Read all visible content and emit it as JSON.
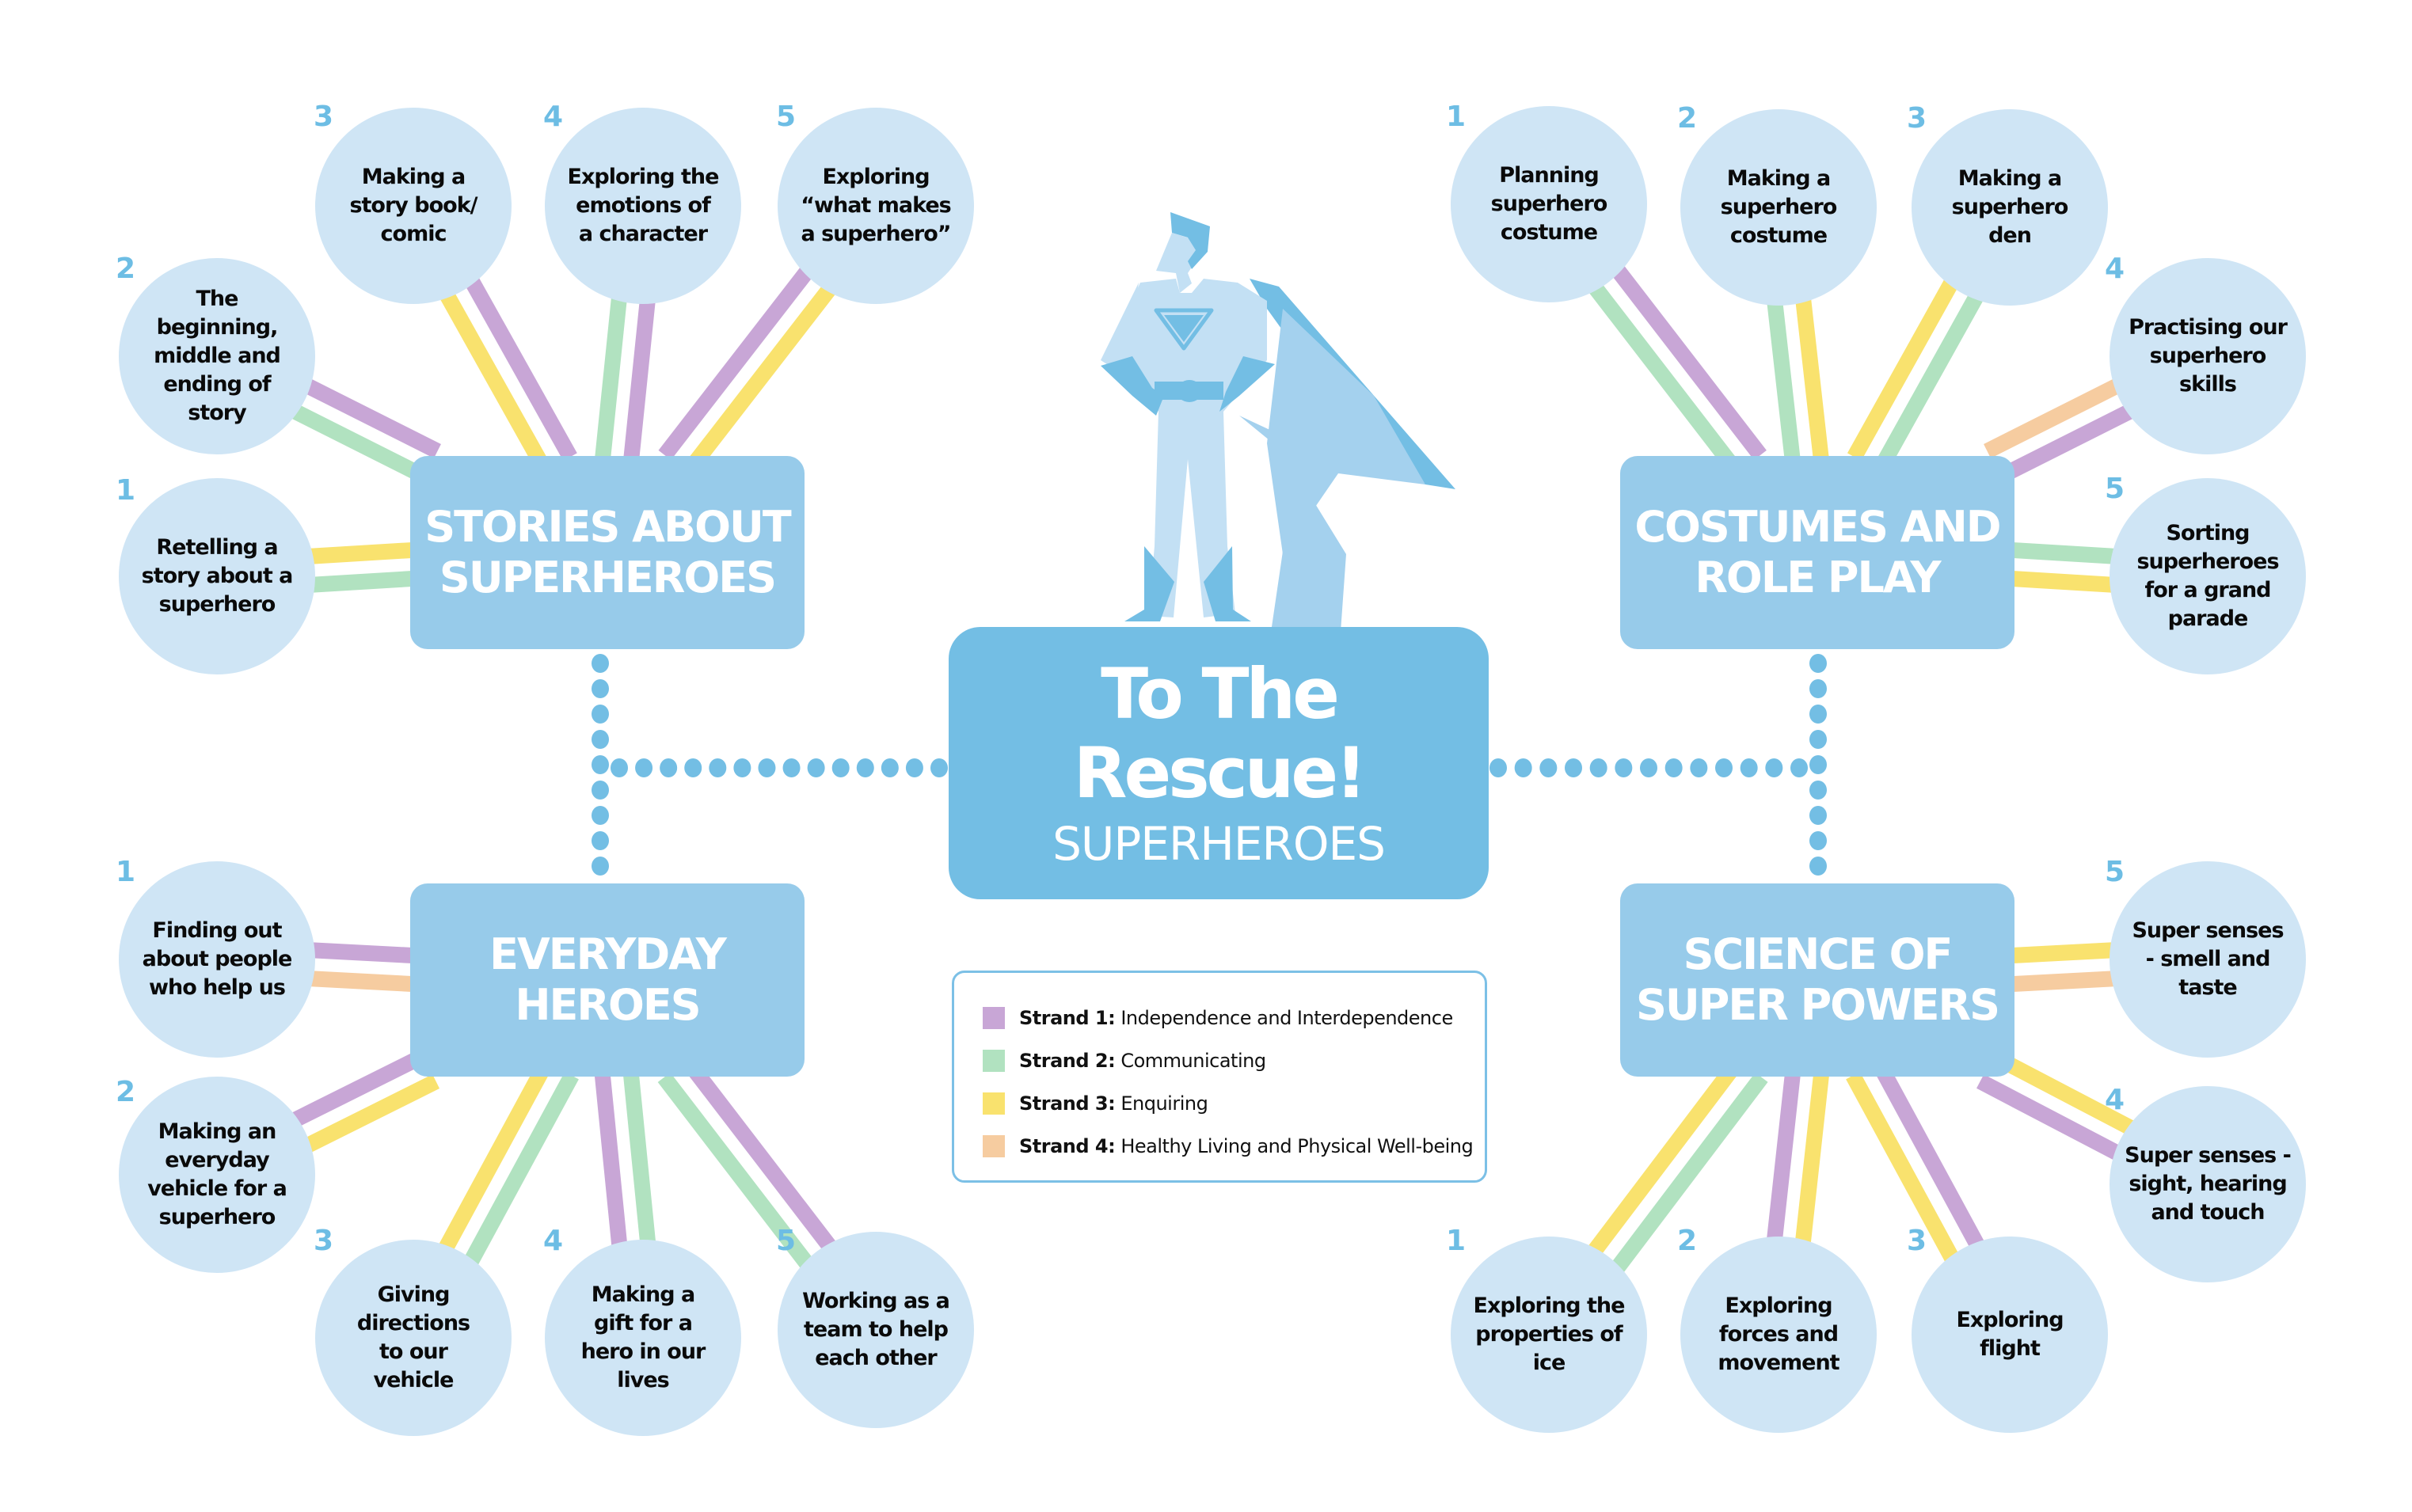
{
  "title": "To The Rescue!",
  "subtitle": "SUPERHEROES",
  "colors": {
    "topic_box": "#97cbea",
    "center_box": "#73bee4",
    "circle": "#cfe5f5",
    "number": "#6dbde4",
    "connector_dots": "#73bee4",
    "hero_light": "#c3e0f4",
    "hero_mid": "#a4d1ee",
    "hero_dark": "#73bee4"
  },
  "legend": {
    "items": [
      {
        "strand": 1,
        "label": "Strand 1:",
        "text": "Independence and Interdependence",
        "color": "#c8a6d6"
      },
      {
        "strand": 2,
        "label": "Strand 2:",
        "text": "Communicating",
        "color": "#b1e2c0"
      },
      {
        "strand": 3,
        "label": "Strand 3:",
        "text": "Enquiring",
        "color": "#f9e26e"
      },
      {
        "strand": 4,
        "label": "Strand 4:",
        "text": "Healthy Living and Physical Well-being",
        "color": "#f6cca0"
      }
    ]
  },
  "topics": [
    {
      "id": "stories",
      "title": "STORIES ABOUT\nSUPERHEROES",
      "activities": [
        {
          "number": "1",
          "text": "Retelling a\nstory about a\nsuperhero",
          "strands": [
            2,
            3
          ]
        },
        {
          "number": "2",
          "text": "The\nbeginning,\nmiddle and\nending of\nstory",
          "strands": [
            2,
            1
          ]
        },
        {
          "number": "3",
          "text": "Making a\nstory book/\ncomic",
          "strands": [
            3,
            1
          ]
        },
        {
          "number": "4",
          "text": "Exploring the\nemotions of\na character",
          "strands": [
            2,
            1
          ]
        },
        {
          "number": "5",
          "text": "Exploring\n“what makes\na superhero”",
          "strands": [
            1,
            3
          ]
        }
      ]
    },
    {
      "id": "costumes",
      "title": "COSTUMES AND\nROLE PLAY",
      "activities": [
        {
          "number": "1",
          "text": "Planning\nsuperhero\ncostume",
          "strands": [
            2,
            1
          ]
        },
        {
          "number": "2",
          "text": "Making a\nsuperhero\ncostume",
          "strands": [
            2,
            3
          ]
        },
        {
          "number": "3",
          "text": "Making a\nsuperhero\nden",
          "strands": [
            3,
            2
          ]
        },
        {
          "number": "4",
          "text": "Practising our\nsuperhero\nskills",
          "strands": [
            4,
            1
          ]
        },
        {
          "number": "5",
          "text": "Sorting\nsuperheroes\nfor a grand\nparade",
          "strands": [
            2,
            3
          ]
        }
      ]
    },
    {
      "id": "everyday",
      "title": "EVERYDAY\nHEROES",
      "activities": [
        {
          "number": "1",
          "text": "Finding out\nabout people\nwho help us",
          "strands": [
            4,
            1
          ]
        },
        {
          "number": "2",
          "text": "Making an\neveryday\nvehicle for a\nsuperhero",
          "strands": [
            3,
            1
          ]
        },
        {
          "number": "3",
          "text": "Giving\ndirections\nto our\nvehicle",
          "strands": [
            2,
            3
          ]
        },
        {
          "number": "4",
          "text": "Making a\ngift for a\nhero in our\nlives",
          "strands": [
            2,
            1
          ]
        },
        {
          "number": "5",
          "text": "Working as a\nteam to help\neach other",
          "strands": [
            1,
            2
          ]
        }
      ]
    },
    {
      "id": "science",
      "title": "SCIENCE OF\nSUPER POWERS",
      "activities": [
        {
          "number": "1",
          "text": "Exploring the\nproperties of\nice",
          "strands": [
            2,
            3
          ]
        },
        {
          "number": "2",
          "text": "Exploring\nforces and\nmovement",
          "strands": [
            3,
            1
          ]
        },
        {
          "number": "3",
          "text": "Exploring\nflight",
          "strands": [
            1,
            3
          ]
        },
        {
          "number": "4",
          "text": "Super senses -\nsight, hearing\nand touch",
          "strands": [
            3,
            1
          ]
        },
        {
          "number": "5",
          "text": "Super senses\n- smell and\ntaste",
          "strands": [
            3,
            4
          ]
        }
      ]
    }
  ]
}
